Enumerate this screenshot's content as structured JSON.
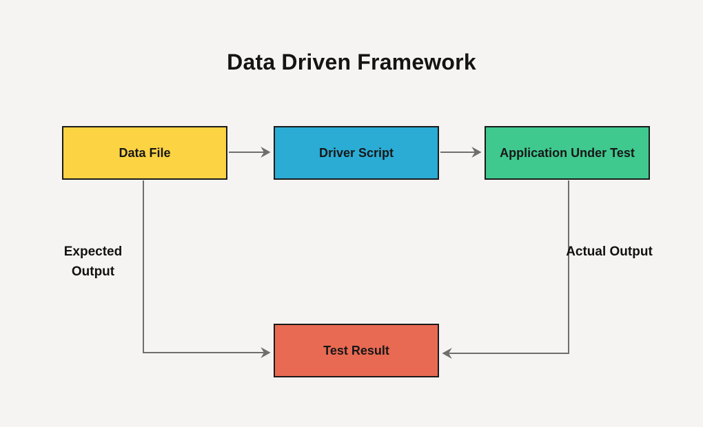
{
  "diagram": {
    "title": "Data Driven Framework",
    "background_color": "#f5f4f2",
    "arrow_color": "#6e6e6e",
    "border_color": "#1a1a1a",
    "nodes": [
      {
        "id": "data-file",
        "label": "Data File",
        "color": "#FBD343"
      },
      {
        "id": "driver-script",
        "label": "Driver Script",
        "color": "#2AACD4"
      },
      {
        "id": "application-under-test",
        "label": "Application Under Test",
        "color": "#3FC98F"
      },
      {
        "id": "test-result",
        "label": "Test Result",
        "color": "#E86A53"
      }
    ],
    "edge_labels": [
      {
        "id": "expected-output",
        "label": "Expected Output"
      },
      {
        "id": "actual-output",
        "label": "Actual Output"
      }
    ],
    "edges": [
      {
        "from": "data-file",
        "to": "driver-script",
        "label": ""
      },
      {
        "from": "driver-script",
        "to": "application-under-test",
        "label": ""
      },
      {
        "from": "data-file",
        "to": "test-result",
        "label": "Expected Output"
      },
      {
        "from": "application-under-test",
        "to": "test-result",
        "label": "Actual Output"
      }
    ]
  }
}
